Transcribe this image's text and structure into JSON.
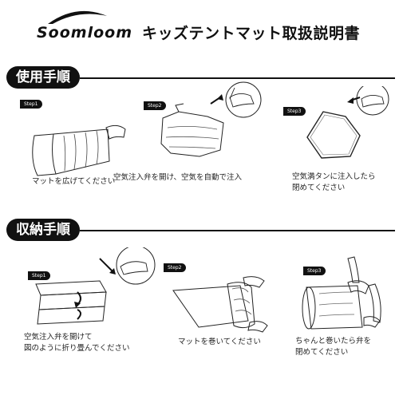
{
  "header": {
    "brand": "Soomloom",
    "title": "キッズテントマット取扱説明書"
  },
  "sections": {
    "usage": {
      "heading": "使用手順",
      "steps": [
        {
          "badge": "Step1",
          "caption_lines": [
            "マットを広げてください"
          ]
        },
        {
          "badge": "Step2",
          "caption_lines": [
            "空気注入弁を開け、空気を自動で注入"
          ]
        },
        {
          "badge": "Step3",
          "caption_lines": [
            "空気満タンに注入したら",
            "閉めてください"
          ]
        }
      ]
    },
    "storage": {
      "heading": "収納手順",
      "steps": [
        {
          "badge": "Step1",
          "caption_lines": [
            "空気注入弁を開けて",
            "図のように折り畳んでください"
          ]
        },
        {
          "badge": "Step2",
          "caption_lines": [
            "マットを巻いてください"
          ]
        },
        {
          "badge": "Step3",
          "caption_lines": [
            "ちゃんと巻いたら弁を",
            "閉めてください"
          ]
        }
      ]
    }
  },
  "colors": {
    "ink": "#111111",
    "paper": "#ffffff"
  }
}
